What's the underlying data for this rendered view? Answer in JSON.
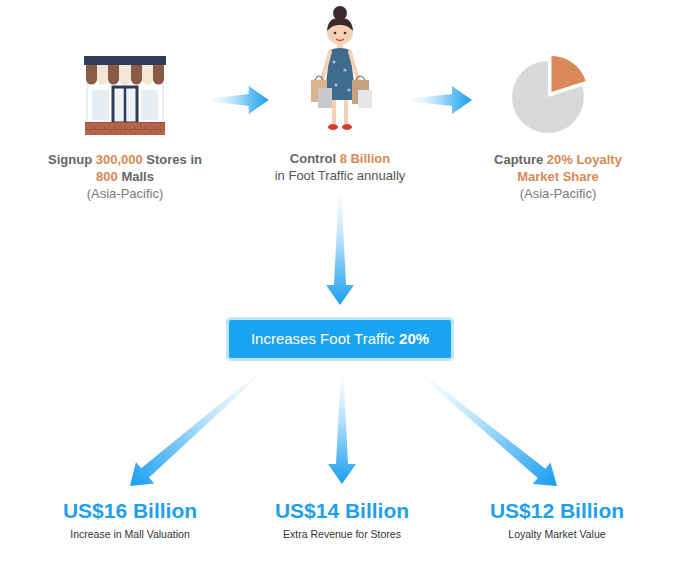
{
  "diagram": {
    "nodes": [
      {
        "text": [
          "Signup 300,000 Stores in 800 Malls",
          "(Asia-Pacific)"
        ]
      },
      {
        "text": [
          "Control 8 Billion",
          "in Foot Traffic annually"
        ]
      },
      {
        "text": [
          "Capture 20% Loyalty Market Share",
          "(Asia-Pacific)"
        ]
      },
      {
        "text": [
          "Increases Foot Traffic 20%"
        ]
      },
      {
        "text": [
          "US$16 Billion",
          "Increase in Mall Valuation"
        ]
      },
      {
        "text": [
          "US$14 Billion",
          "Extra Revenue for Stores"
        ]
      },
      {
        "text": [
          "US$12 Billion",
          "Loyalty Market Value"
        ]
      }
    ],
    "edges": [
      {
        "from": 0,
        "to": 1,
        "arrow": "to"
      },
      {
        "from": 1,
        "to": 2,
        "arrow": "to"
      },
      {
        "from": 1,
        "to": 3,
        "arrow": "to"
      },
      {
        "from": 3,
        "to": 4,
        "arrow": "to"
      },
      {
        "from": 3,
        "to": 5,
        "arrow": "to"
      },
      {
        "from": 3,
        "to": 6,
        "arrow": "to"
      }
    ]
  }
}
